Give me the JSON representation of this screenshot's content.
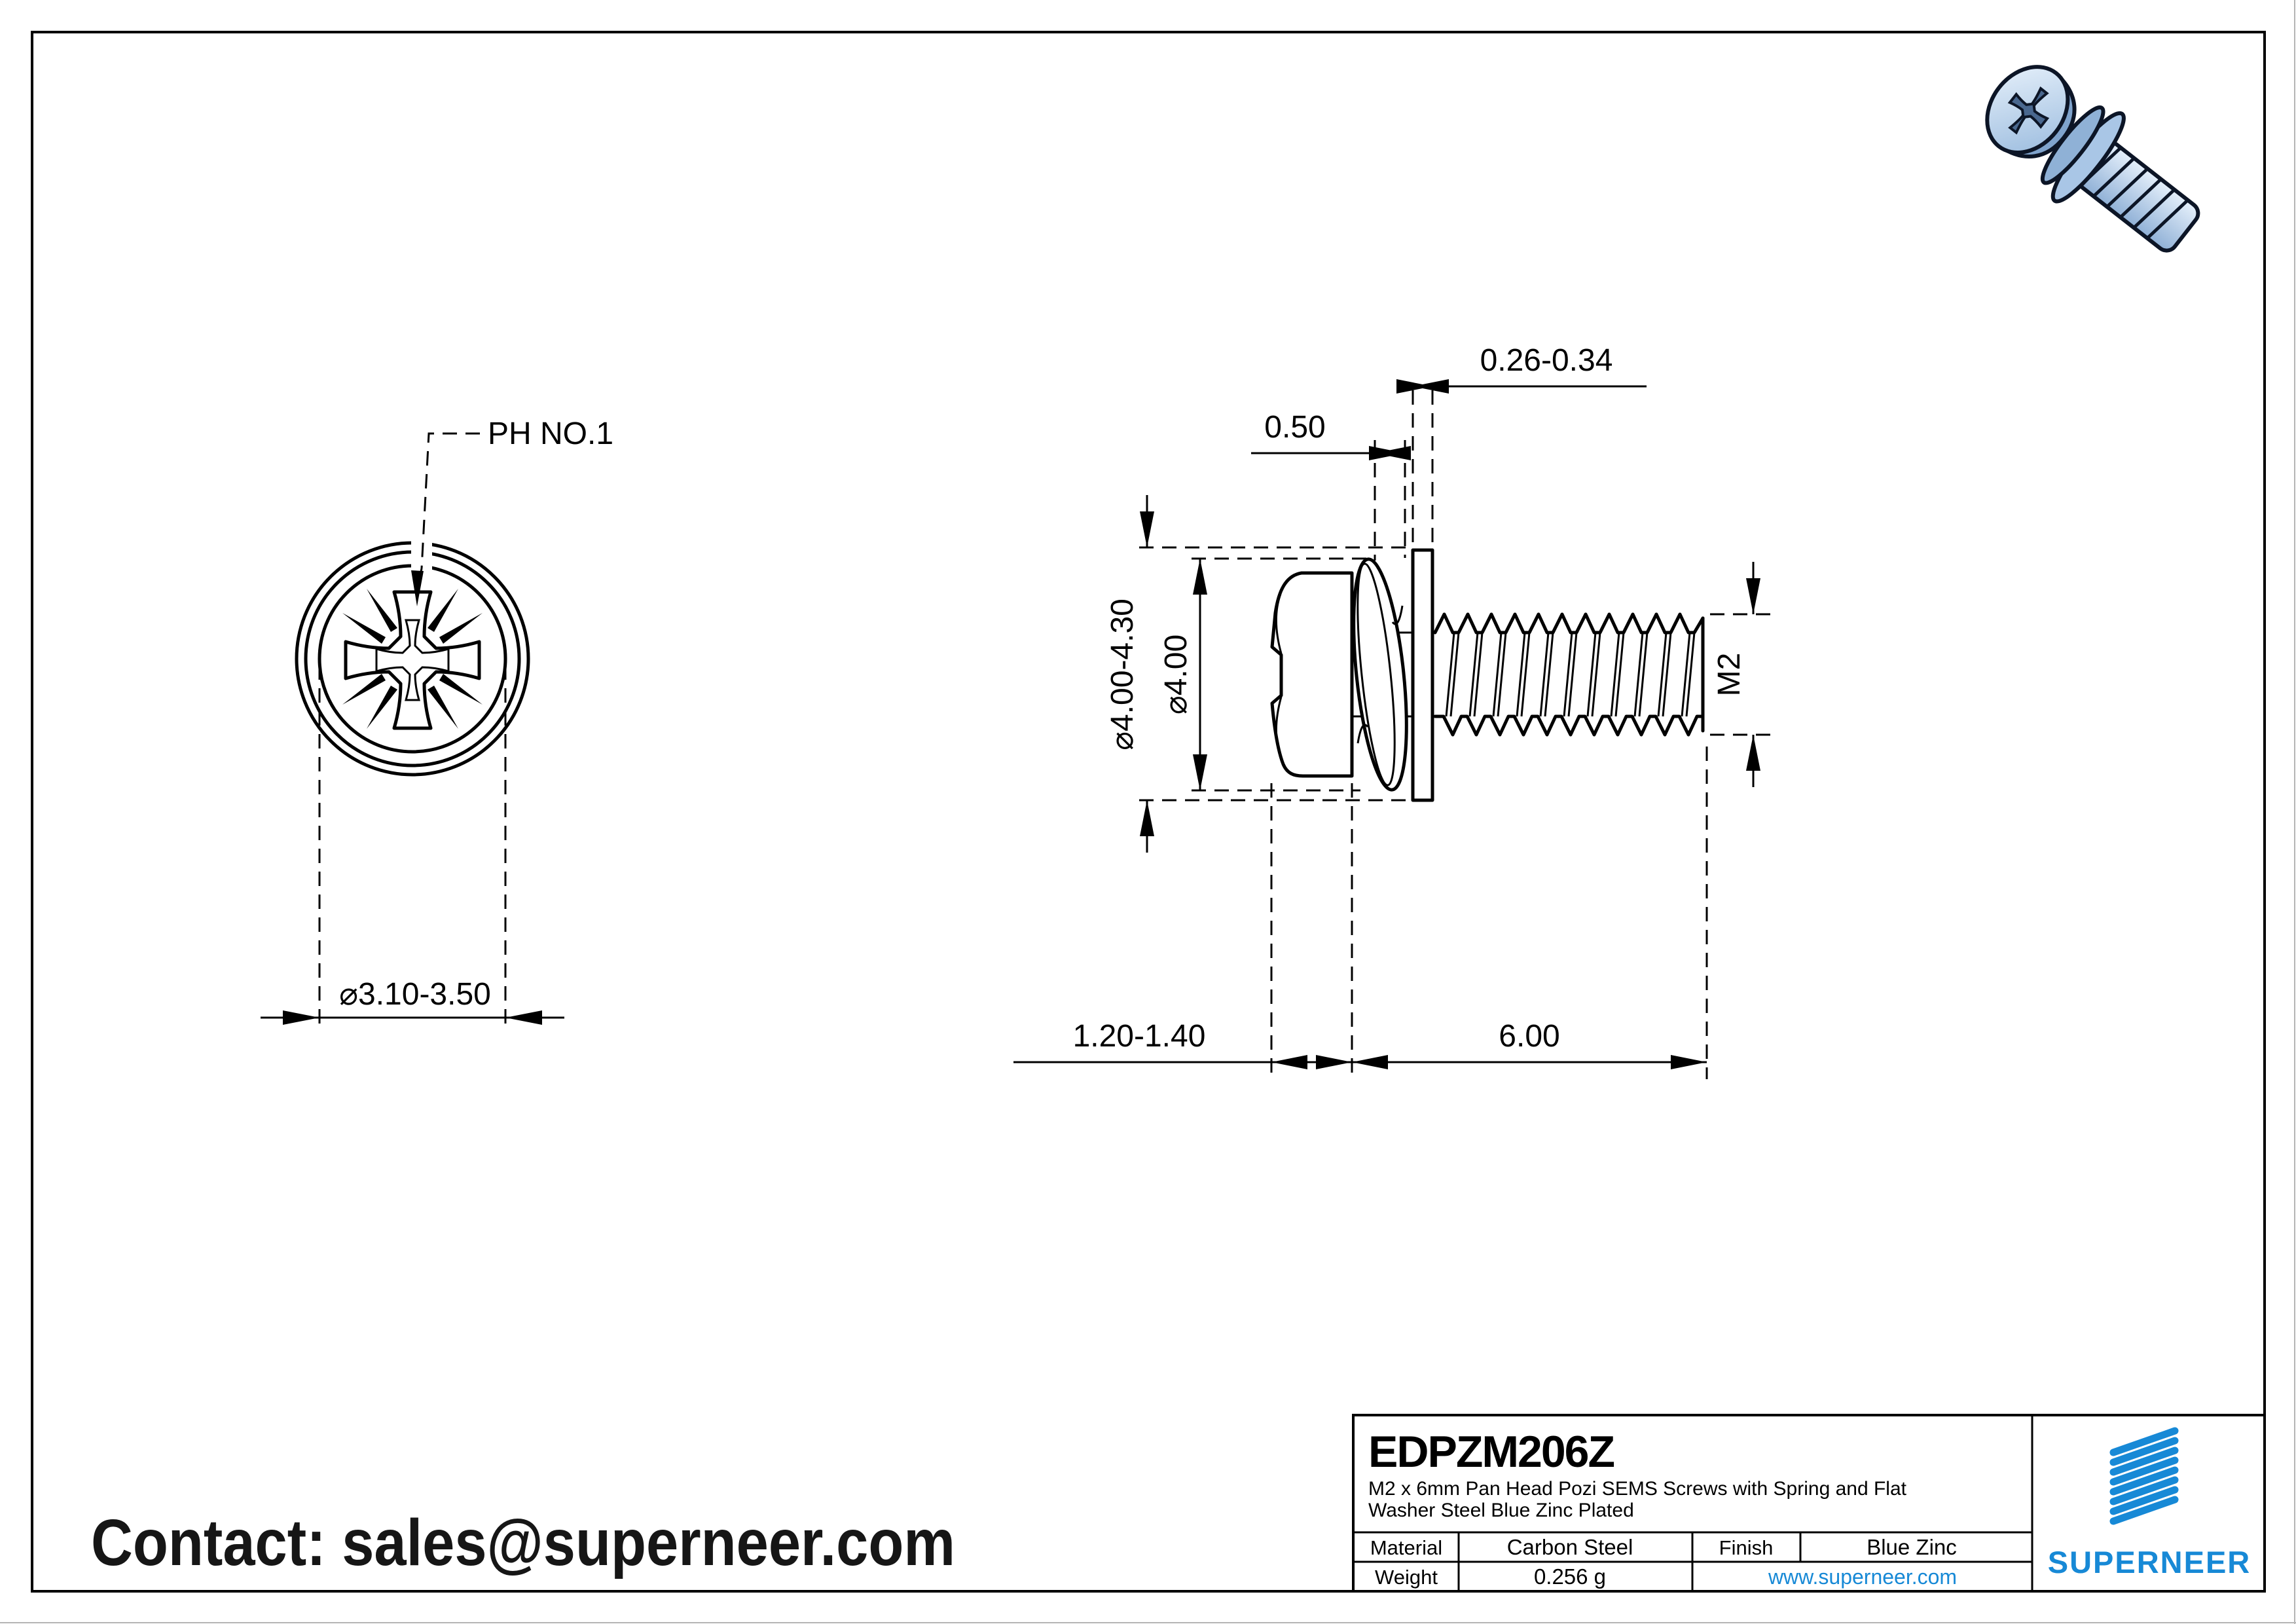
{
  "front_view": {
    "drive_label": "PH NO.1",
    "head_diameter": "⌀3.10-3.50"
  },
  "side_view": {
    "spring_washer_thickness": "0.50",
    "flat_washer_thickness": "0.26-0.34",
    "flat_washer_od": "⌀4.00-4.30",
    "spring_washer_od": "⌀4.00",
    "head_height": "1.20-1.40",
    "thread_length": "6.00",
    "thread_spec": "M2"
  },
  "footer": {
    "contact": "Contact: sales@superneer.com"
  },
  "title_block": {
    "part_number": "EDPZM206Z",
    "description_line1": "M2 x 6mm Pan Head Pozi SEMS Screws with Spring and Flat",
    "description_line2": "Washer Steel Blue Zinc Plated",
    "material_label": "Material",
    "material_value": "Carbon Steel",
    "finish_label": "Finish",
    "finish_value": "Blue Zinc",
    "weight_label": "Weight",
    "weight_value": "0.256 g",
    "website": "www.superneer.com"
  },
  "brand": {
    "name": "SUPERNEER",
    "color": "#1789d6"
  }
}
